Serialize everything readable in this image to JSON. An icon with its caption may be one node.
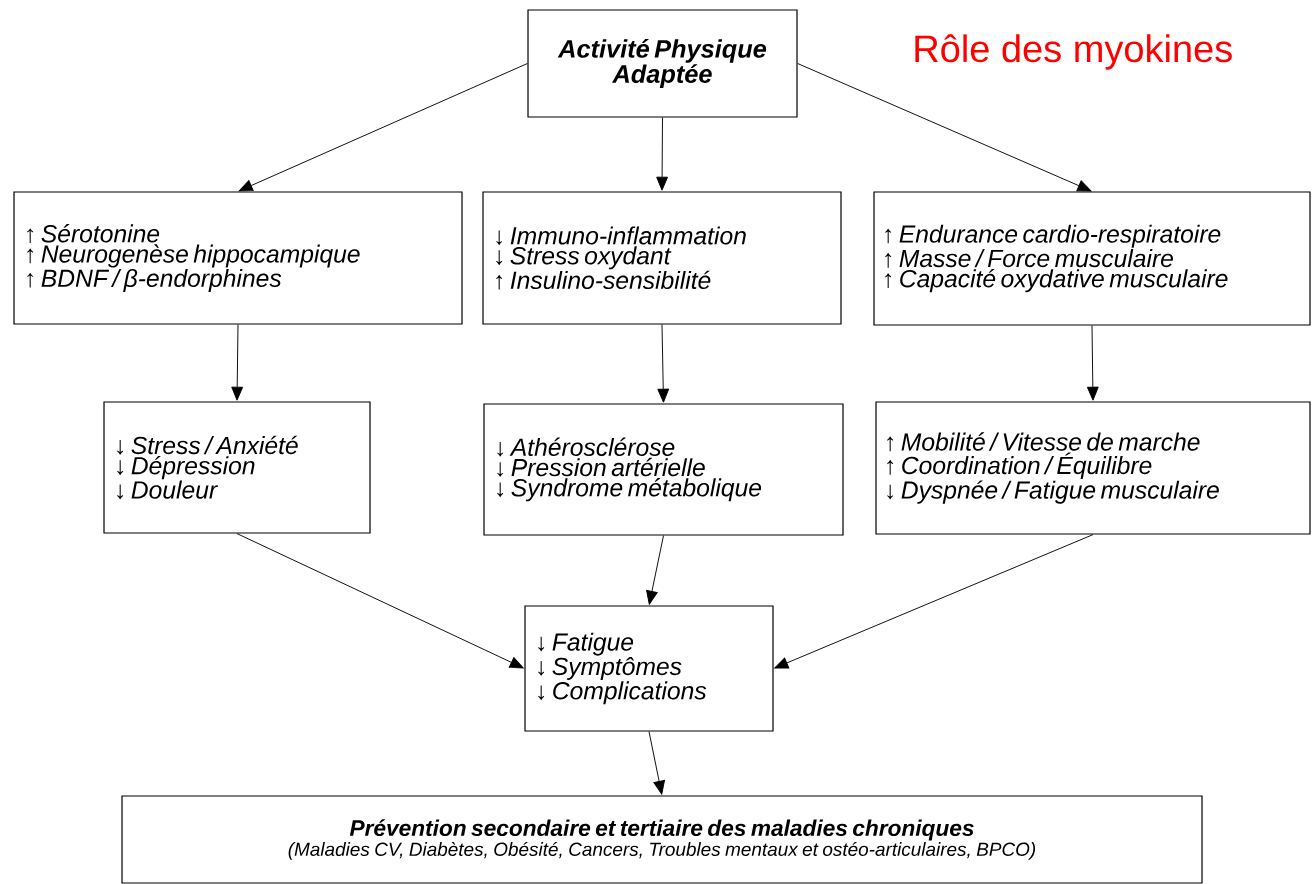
{
  "diagram": {
    "title": "Rôle des myokines",
    "nodes": [
      {
        "text": [
          "Activité Physique Adaptée"
        ]
      },
      {
        "text": [
          "↑ Sérotonine",
          "↑ Neurogenèse hippocampique",
          "↑ BDNF / β-endorphines"
        ]
      },
      {
        "text": [
          "↓ Immuno-inflammation",
          "↓ Stress oxydant",
          "↑ Insulino-sensibilité"
        ]
      },
      {
        "text": [
          "↑ Endurance cardio-respiratoire",
          "↑ Masse / Force musculaire",
          "↑ Capacité oxydative musculaire"
        ]
      },
      {
        "text": [
          "↓ Stress / Anxiété",
          "↓ Dépression",
          "↓ Douleur"
        ]
      },
      {
        "text": [
          "↓ Athérosclérose",
          "↓ Pression artérielle",
          "↓ Syndrome métabolique"
        ]
      },
      {
        "text": [
          "↑ Mobilité / Vitesse de marche",
          "↑ Coordination / Équilibre",
          "↓ Dyspnée / Fatigue musculaire"
        ]
      },
      {
        "text": [
          "↓ Fatigue",
          "↓ Symptômes",
          "↓ Complications"
        ]
      },
      {
        "text": [
          "Prévention secondaire et tertiaire des maladies chroniques",
          "(Maladies CV, Diabètes, Obésité, Cancers, Troubles mentaux et ostéo-articulaires, BPCO)"
        ]
      }
    ],
    "edges": [
      {
        "from": 0,
        "to": 1,
        "arrow": "to"
      },
      {
        "from": 0,
        "to": 2,
        "arrow": "to"
      },
      {
        "from": 0,
        "to": 3,
        "arrow": "to"
      },
      {
        "from": 1,
        "to": 4,
        "arrow": "to"
      },
      {
        "from": 2,
        "to": 5,
        "arrow": "to"
      },
      {
        "from": 3,
        "to": 6,
        "arrow": "to"
      },
      {
        "from": 4,
        "to": 7,
        "arrow": "to"
      },
      {
        "from": 5,
        "to": 7,
        "arrow": "to"
      },
      {
        "from": 6,
        "to": 7,
        "arrow": "to"
      },
      {
        "from": 7,
        "to": 8,
        "arrow": "to"
      }
    ]
  }
}
